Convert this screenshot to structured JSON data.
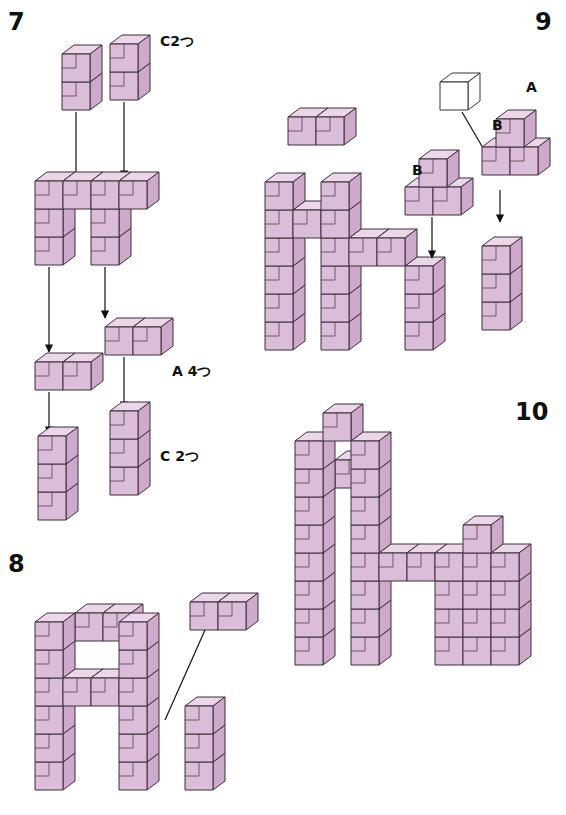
{
  "diagram": {
    "labels": [
      "7",
      "C2つ",
      "A 4つ",
      "C 2つ",
      "8",
      "9",
      "B",
      "B",
      "A",
      "10"
    ]
  }
}
